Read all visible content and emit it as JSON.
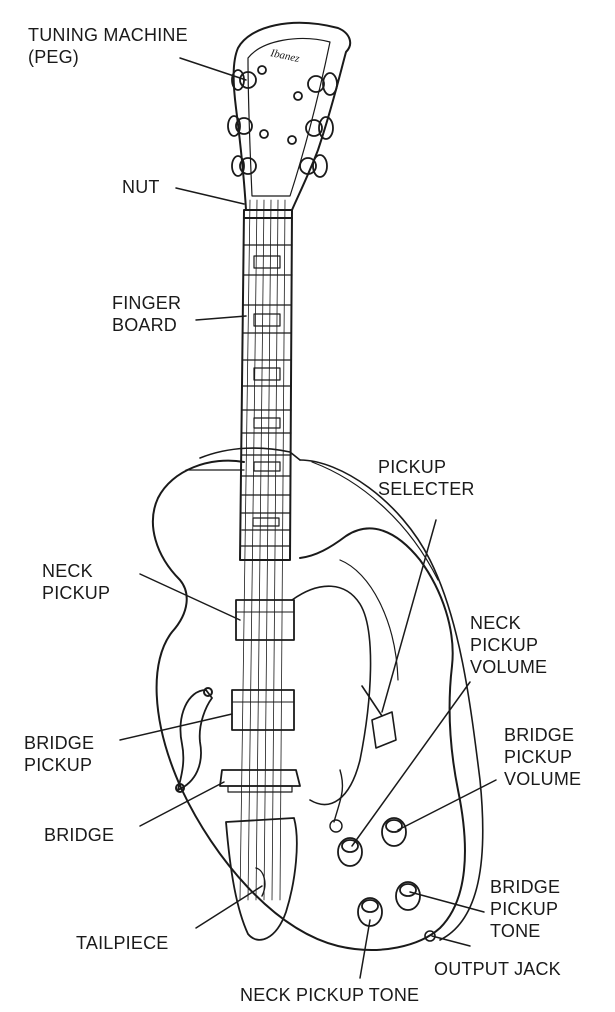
{
  "labels": {
    "tuning_machine": [
      "TUNING MACHINE",
      "(PEG)"
    ],
    "nut": [
      "NUT"
    ],
    "finger_board": [
      "FINGER",
      "BOARD"
    ],
    "pickup_selecter": [
      "PICKUP",
      "SELECTER"
    ],
    "neck_pickup": [
      "NECK",
      "PICKUP"
    ],
    "neck_pickup_volume": [
      "NECK",
      "PICKUP",
      "VOLUME"
    ],
    "bridge_pickup_volume": [
      "BRIDGE",
      "PICKUP",
      "VOLUME"
    ],
    "bridge_pickup": [
      "BRIDGE",
      "PICKUP"
    ],
    "bridge": [
      "BRIDGE"
    ],
    "bridge_pickup_tone": [
      "BRIDGE",
      "PICKUP",
      "TONE"
    ],
    "tailpiece": [
      "TAILPIECE"
    ],
    "output_jack": [
      "OUTPUT JACK"
    ],
    "neck_pickup_tone": [
      "NECK PICKUP TONE"
    ]
  },
  "headstock_logo": "Ibanez",
  "colors": {
    "line": "#1a1a1a",
    "background": "#ffffff"
  }
}
